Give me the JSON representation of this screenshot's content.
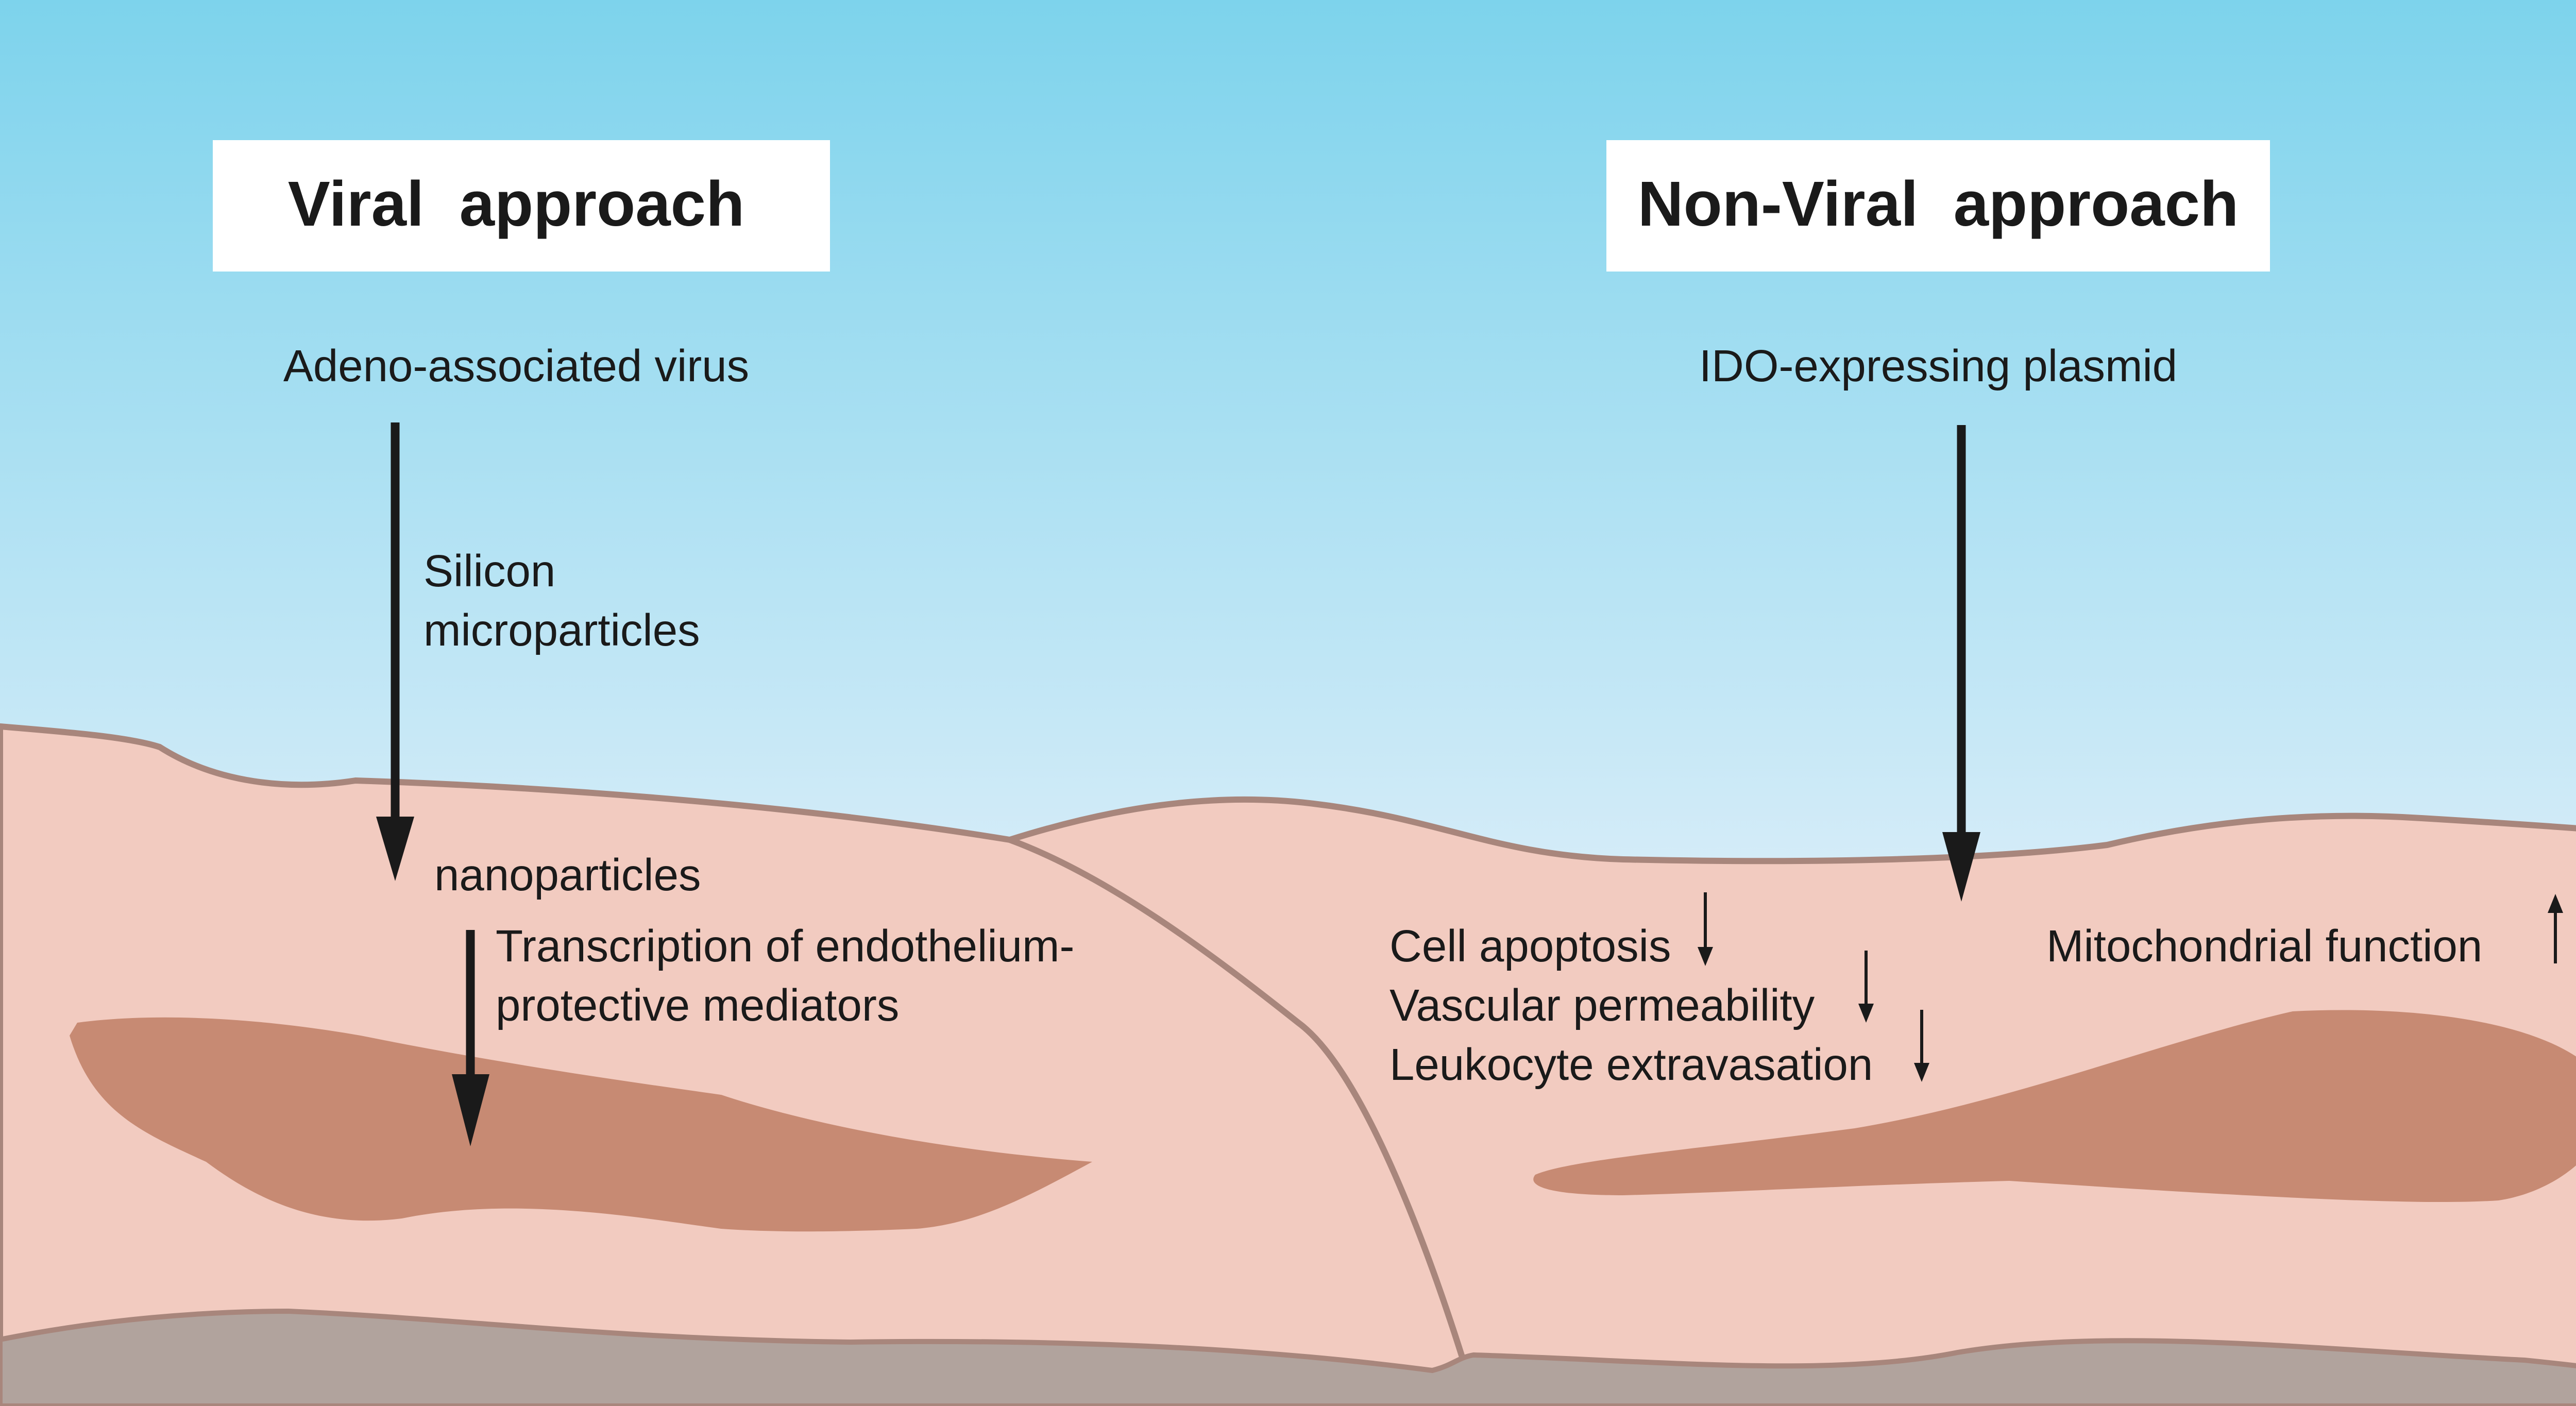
{
  "viral": {
    "title": "Viral  approach",
    "vector": "Adeno-associated virus",
    "carrier_line1": "Silicon",
    "carrier_line2": "microparticles",
    "carrier_alt": "nanoparticles",
    "effect_line1": "Transcription of endothelium-",
    "effect_line2": "protective mediators"
  },
  "non_viral": {
    "title": "Non-Viral  approach",
    "vector": "IDO-expressing plasmid",
    "effects": [
      {
        "label": "Cell apoptosis",
        "direction": "down"
      },
      {
        "label": "Vascular permeability",
        "direction": "down"
      },
      {
        "label": "Leukocyte extravasation",
        "direction": "down"
      },
      {
        "label": "Mitochondrial function",
        "direction": "up"
      }
    ]
  },
  "colors": {
    "sky_top": "#7DD3EC",
    "sky_bottom": "#D5ECF8",
    "tissue": "#F2CBC0",
    "tissue_outline": "#A8867C",
    "vessel": "#C78A73",
    "base": "#B1A39D",
    "arrow": "#1A1A1A",
    "label_box": "#FFFFFF"
  }
}
